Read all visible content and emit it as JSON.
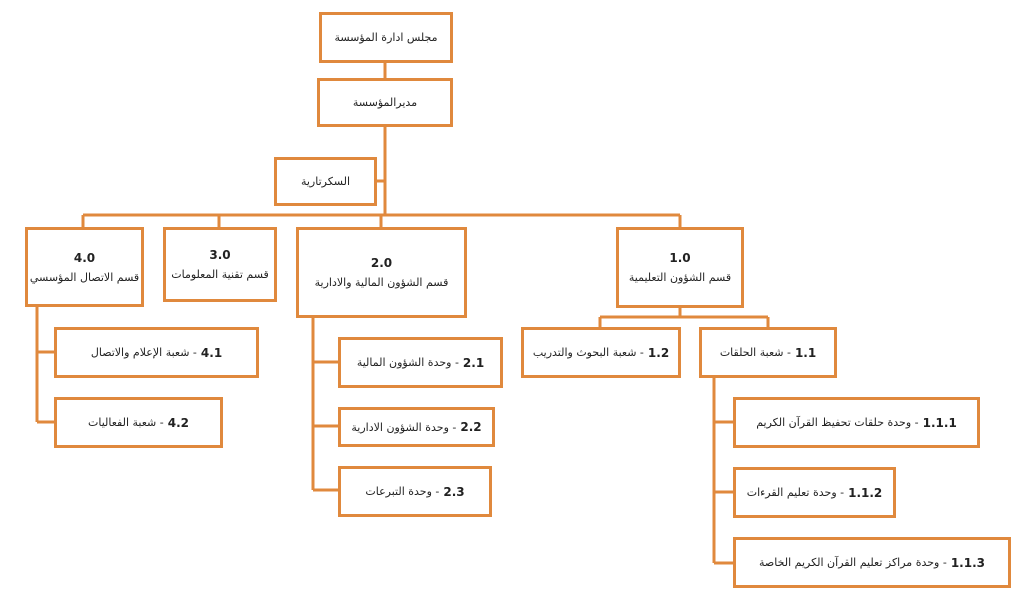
{
  "nodes": {
    "board": {
      "label": "مجلس ادارة المؤسسة"
    },
    "director": {
      "label": "مديرالمؤسسة"
    },
    "secretary": {
      "label": "السكرتارية"
    },
    "d1": {
      "num": "1.0",
      "label": "قسم الشؤون التعليمية"
    },
    "d2": {
      "num": "2.0",
      "label": "قسم الشؤون المالية والادارية"
    },
    "d3": {
      "num": "3.0",
      "label": "قسم تقنية المعلومات"
    },
    "d4": {
      "num": "4.0",
      "label": "قسم الاتصال المؤسسي"
    },
    "s11": {
      "num": "1.1",
      "label": "- شعبة الحلقات"
    },
    "s12": {
      "num": "1.2",
      "label": "- شعبة البحوث والتدريب"
    },
    "s111": {
      "num": "1.1.1",
      "label": "- وحدة حلقات تحفيظ القرآن الكريم"
    },
    "s112": {
      "num": "1.1.2",
      "label": "- وحدة تعليم القرءات"
    },
    "s113": {
      "num": "1.1.3",
      "label": "- وحدة مراكز تعليم القرآن الكريم الخاصة"
    },
    "s21": {
      "num": "2.1",
      "label": "- وحدة الشؤون المالية"
    },
    "s22": {
      "num": "2.2",
      "label": "- وحدة الشؤون الادارية"
    },
    "s23": {
      "num": "2.3",
      "label": "- وحدة التبرعات"
    },
    "s41": {
      "num": "4.1",
      "label": "- شعبة الإعلام والاتصال"
    },
    "s42": {
      "num": "4.2",
      "label": "- شعبة الفعاليات"
    }
  },
  "colors": {
    "accent": "#e0893d"
  }
}
